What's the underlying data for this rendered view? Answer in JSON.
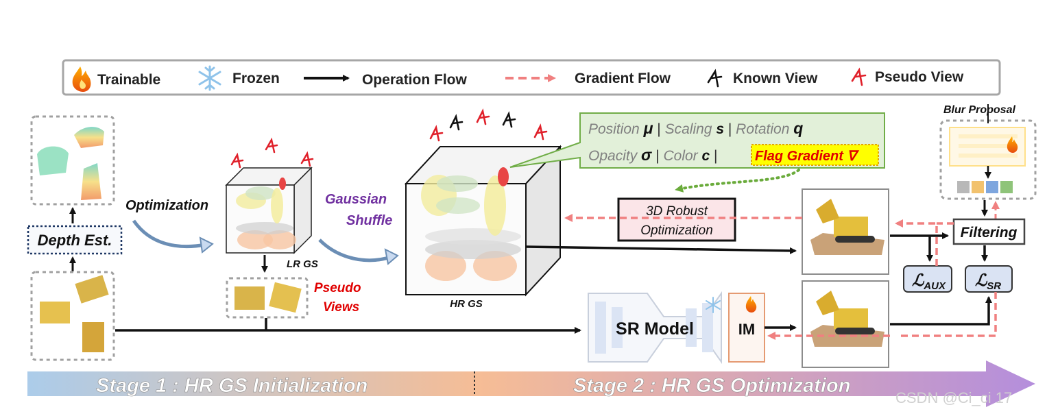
{
  "legend": {
    "trainable": "Trainable",
    "frozen": "Frozen",
    "operation_flow": "Operation Flow",
    "gradient_flow": "Gradient Flow",
    "known_view": "Known View",
    "pseudo_view": "Pseudo View"
  },
  "labels": {
    "depth_est": "Depth Est.",
    "optimization": "Optimization",
    "lr_gs": "LR GS",
    "pseudo_views_1": "Pseudo",
    "pseudo_views_2": "Views",
    "gaussian_shuffle_1": "Gaussian",
    "gaussian_shuffle_2": "Shuffle",
    "hr_gs": "HR GS",
    "robust_opt_1": "3D Robust",
    "robust_opt_2": "Optimization",
    "blur_proposal": "Blur Proposal",
    "filtering": "Filtering",
    "loss_aux": "ℒ",
    "loss_aux_sub": "AUX",
    "loss_sr": "ℒ",
    "loss_sr_sub": "SR",
    "sr_model": "SR Model",
    "im": "IM"
  },
  "attributes": {
    "position": "Position",
    "position_sym": "μ",
    "scaling": "Scaling",
    "scaling_sym": "s",
    "rotation": "Rotation",
    "rotation_sym": "q",
    "opacity": "Opacity",
    "opacity_sym": "σ",
    "color": "Color",
    "color_sym": "c",
    "flag_gradient": "Flag Gradient ∇",
    "sep": "|"
  },
  "stages": {
    "stage1": "Stage 1 :  HR GS Initialization",
    "stage2": "Stage 2 :  HR GS Optimization"
  },
  "watermark": "CSDN @Ci_ci 17",
  "colors": {
    "operation": "#111111",
    "gradient": "#f08080",
    "pseudo_view": "#e0202a",
    "flag_bg": "#ffff00",
    "callout_bg": "#e2f0d9",
    "callout_border": "#70ad47",
    "gaussian_shuffle": "#7030a0",
    "pseudo_views_text": "#e00000",
    "robust_bg": "#fbe5e8",
    "stage_start": "#9dc3e6",
    "stage_mid": "#f4b183",
    "stage_end": "#a77ad6"
  }
}
